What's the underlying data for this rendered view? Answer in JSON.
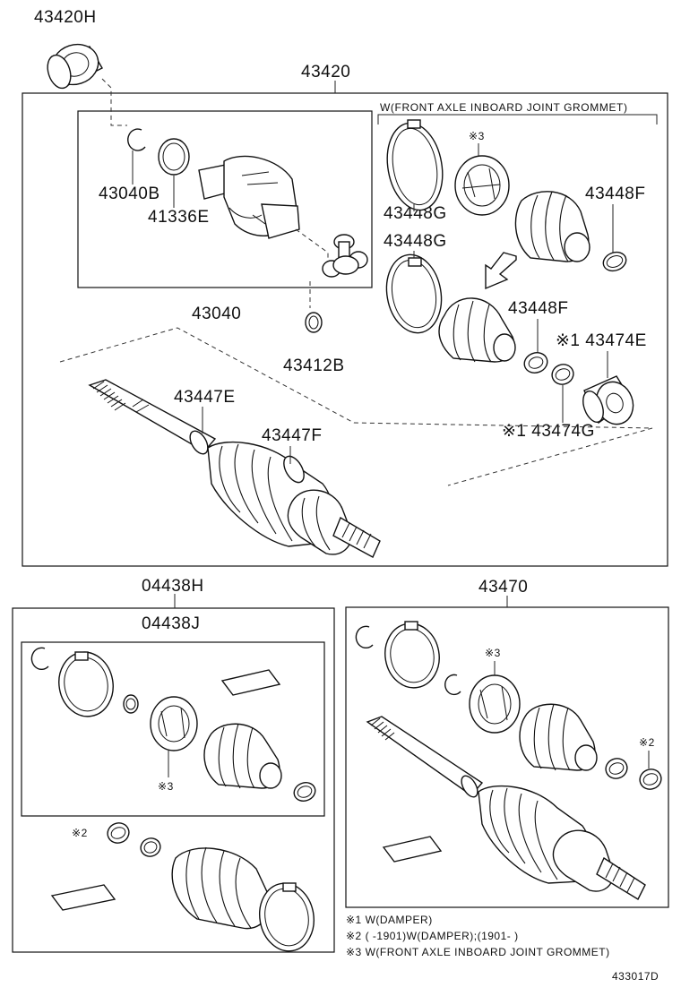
{
  "labels": {
    "p43420H": "43420H",
    "p43420": "43420",
    "p43040B": "43040B",
    "p41336E": "41336E",
    "p43040": "43040",
    "p43412B": "43412B",
    "p43448G_1": "43448G",
    "p43448G_2": "43448G",
    "p43448F_1": "43448F",
    "p43448F_2": "43448F",
    "p43474E": "※1 43474E",
    "p43474G": "※1 43474G",
    "p43447E": "43447E",
    "p43447F": "43447F",
    "p04438H": "04438H",
    "p04438J": "04438J",
    "p43470": "43470",
    "grommet_header": "W(FRONT AXLE INBOARD JOINT GROMMET)",
    "mark3_a": "※3",
    "mark3_b": "※3",
    "mark3_c": "※3",
    "mark2_a": "※2",
    "mark2_b": "※2"
  },
  "notes": [
    "※1 W(DAMPER)",
    "※2 (      -1901)W(DAMPER);(1901-      )",
    "※3 W(FRONT AXLE INBOARD JOINT GROMMET)"
  ],
  "diagram_id": "433017D"
}
